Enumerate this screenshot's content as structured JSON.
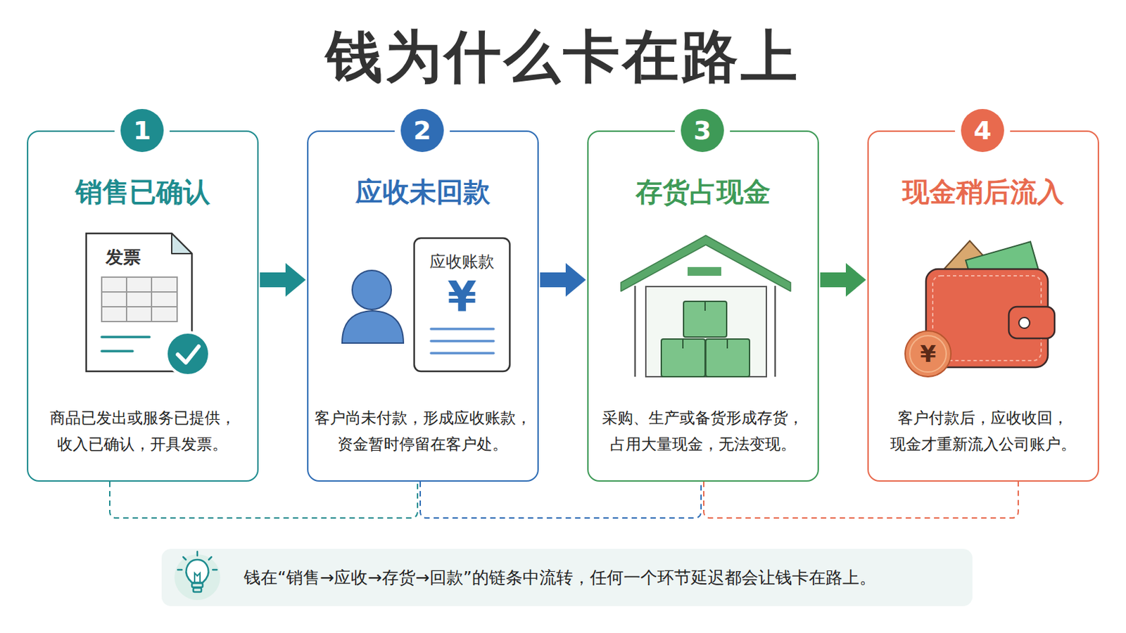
{
  "diagram": {
    "title": "钱为什么卡在路上",
    "nodes": [
      {
        "text": [
          "销售已确认",
          "商品已发出或服务已提供， 收入已确认，开具发票。"
        ]
      },
      {
        "text": [
          "1"
        ],
        "in": 0
      },
      {
        "text": [
          "应收未回款",
          "客户尚未付款，形成应收账款， 资金暂时停留在客户处。"
        ]
      },
      {
        "text": [
          "2"
        ],
        "in": 2
      },
      {
        "text": [
          "存货占现金",
          "采购、生产或备货形成存货， 占用大量现金，无法变现。"
        ]
      },
      {
        "text": [
          "3"
        ],
        "in": 4
      },
      {
        "text": [
          "现金稍后流入",
          "客户付款后，应收收回， 现金才重新流入公司账户。"
        ]
      },
      {
        "text": [
          "4"
        ],
        "in": 6
      },
      {
        "text": [
          "钱在“销售→应收→存货→回款”的链条中流转，任何一个环节延迟都会让钱卡在路上。"
        ]
      }
    ],
    "edges": [
      {
        "from": 0,
        "to": 2,
        "arrow": "to"
      },
      {
        "from": 2,
        "to": 4,
        "arrow": "to"
      },
      {
        "from": 4,
        "to": 6,
        "arrow": "to"
      },
      {
        "from": 0,
        "to": 2,
        "arrow": "none"
      },
      {
        "from": 2,
        "to": 4,
        "arrow": "none"
      },
      {
        "from": 4,
        "to": 6,
        "arrow": "none"
      }
    ],
    "labels": [
      "发票",
      "应收账款",
      "¥",
      "¥"
    ]
  }
}
